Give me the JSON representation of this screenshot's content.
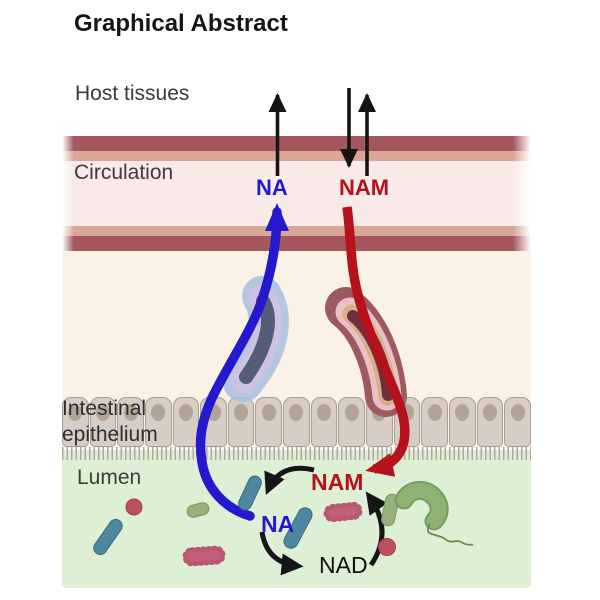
{
  "title": "Graphical Abstract",
  "regions": {
    "host_tissues": "Host tissues",
    "circulation": "Circulation",
    "intestinal_epithelium": [
      "Intestinal",
      "epithelium"
    ],
    "lumen": "Lumen"
  },
  "molecules": {
    "circulation": {
      "na": "NA",
      "nam": "NAM"
    },
    "lumen_cycle": {
      "top": "NAM",
      "left": "NA",
      "bottom": "NAD"
    }
  },
  "epithelium": {
    "cell_count": 17
  },
  "lumen_contents": {
    "microbes": [
      "blue-rod",
      "pink-coccus",
      "green-rod",
      "pink-spiky-rod",
      "blue-rod",
      "blue-rod",
      "pink-spiky-rod",
      "green-rod",
      "pink-coccus",
      "green-flagellated-bacterium"
    ]
  },
  "colors": {
    "na_blue": "#2519ce",
    "nam_red": "#b5121b",
    "arrow_black": "#151515",
    "vessel_wall_dark": "#a4575d",
    "vessel_wall_light": "#d8a795",
    "vessel_lumen_pink": "#f7eae8",
    "tissue_cream": "#faf1e7",
    "lumen_green": "#ddefd5",
    "epithelium_cell": "#d6cdc5"
  }
}
